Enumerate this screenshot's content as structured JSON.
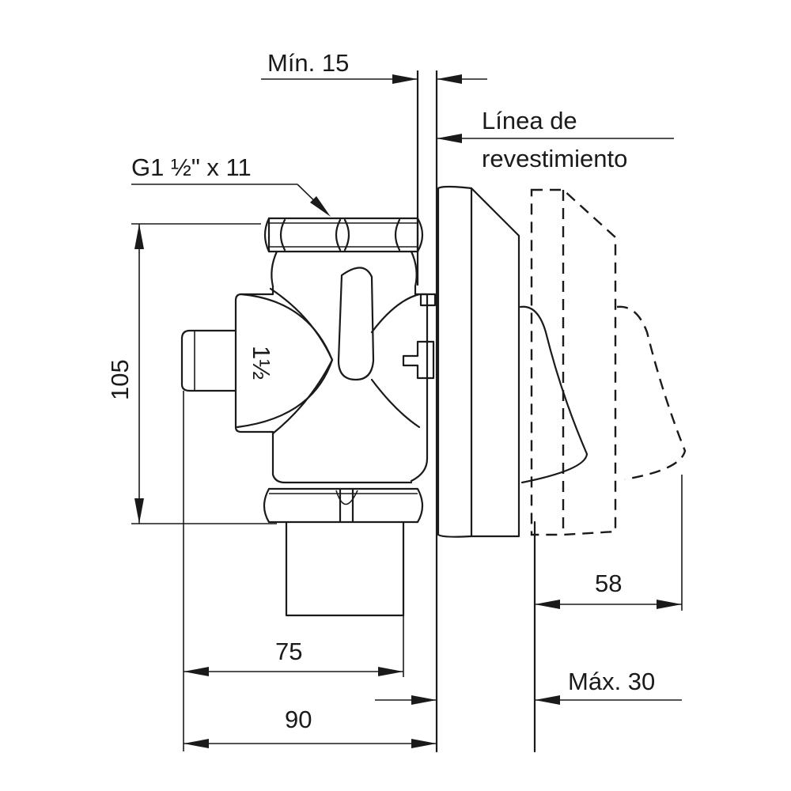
{
  "labels": {
    "min_gap": "Mín. 15",
    "wall_line_1": "Línea de",
    "wall_line_2": "revestimiento",
    "thread": "G1 ½\" x 11",
    "body_size": "1½",
    "height": "105",
    "width_75": "75",
    "width_90": "90",
    "depth_58": "58",
    "max_30": "Máx. 30"
  }
}
